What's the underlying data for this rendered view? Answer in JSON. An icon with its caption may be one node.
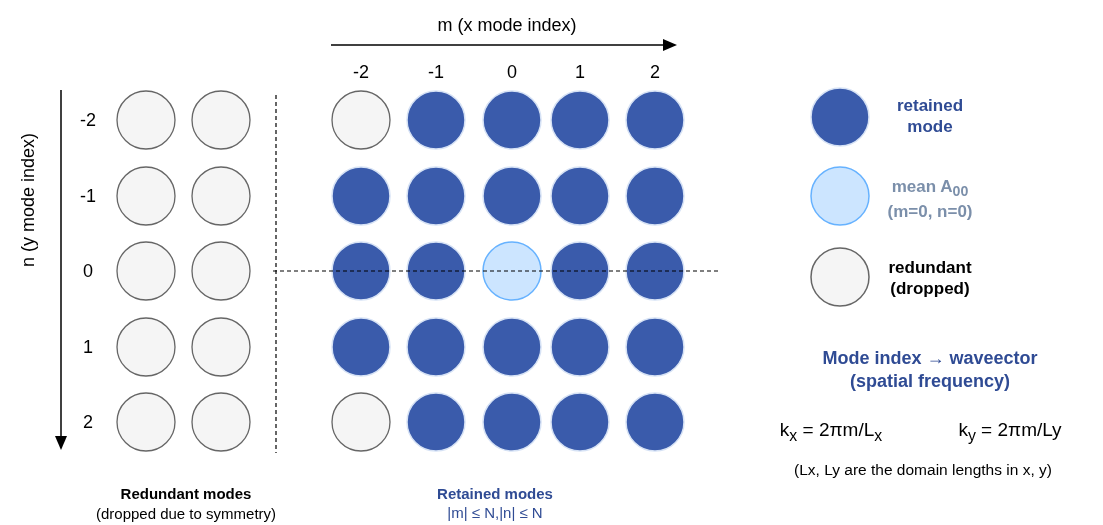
{
  "diagram": {
    "nodes": [
      {
        "text": [],
        "shape": "circle"
      },
      {
        "text": [],
        "shape": "circle"
      },
      {
        "text": [],
        "shape": "circle"
      },
      {
        "text": [],
        "shape": "circle"
      },
      {
        "text": [],
        "shape": "circle"
      },
      {
        "text": [],
        "shape": "circle"
      },
      {
        "text": [],
        "shape": "circle"
      },
      {
        "text": [],
        "shape": "circle"
      },
      {
        "text": [],
        "shape": "circle"
      },
      {
        "text": [],
        "shape": "circle"
      },
      {
        "text": [],
        "shape": "circle"
      },
      {
        "text": [],
        "shape": "circle"
      },
      {
        "text": [],
        "shape": "circle"
      },
      {
        "text": [],
        "shape": "circle"
      },
      {
        "text": [],
        "shape": "circle"
      },
      {
        "text": [],
        "shape": "circle"
      },
      {
        "text": [],
        "shape": "circle"
      },
      {
        "text": [],
        "shape": "circle"
      },
      {
        "text": [],
        "shape": "circle"
      },
      {
        "text": [],
        "shape": "circle"
      },
      {
        "text": [],
        "shape": "circle"
      },
      {
        "text": [],
        "shape": "circle"
      },
      {
        "text": [],
        "shape": "circle"
      },
      {
        "text": [],
        "shape": "circle"
      },
      {
        "text": [],
        "shape": "circle"
      },
      {
        "text": [],
        "shape": "circle"
      },
      {
        "text": [],
        "shape": "circle"
      },
      {
        "text": [],
        "shape": "circle"
      },
      {
        "text": [],
        "shape": "circle"
      },
      {
        "text": [],
        "shape": "circle"
      },
      {
        "text": [],
        "shape": "circle"
      },
      {
        "text": [],
        "shape": "circle"
      },
      {
        "text": [],
        "shape": "circle"
      },
      {
        "text": [],
        "shape": "circle"
      },
      {
        "text": [],
        "shape": "circle"
      }
    ],
    "labels": [
      "m (x mode index)",
      "-2",
      "-1",
      "0",
      "1",
      "2",
      "n (y mode index)",
      "-2",
      "-1",
      "0",
      "1",
      "2",
      "Mode index → waveector (spatial frequency)",
      "k$_{x}$ = 2πm/L$_{x}$",
      "k$_{y}$ = 2πm/Ly",
      "(Lx, Ly are the domain lengths in x, y)",
      "Redundant modes",
      "(dropped due to symmetry)",
      "Retained modes",
      "|m| ≤ N,|n| ≤ N"
    ],
    "legend": [
      {
        "text": "retained mode",
        "color": "#3a5bab"
      },
      {
        "text": "mean A$_{00}$ (m=0, n=0)",
        "color": "#cce5ff"
      },
      {
        "text": "redundant (dropped)",
        "color": "#f5f5f5"
      }
    ]
  }
}
